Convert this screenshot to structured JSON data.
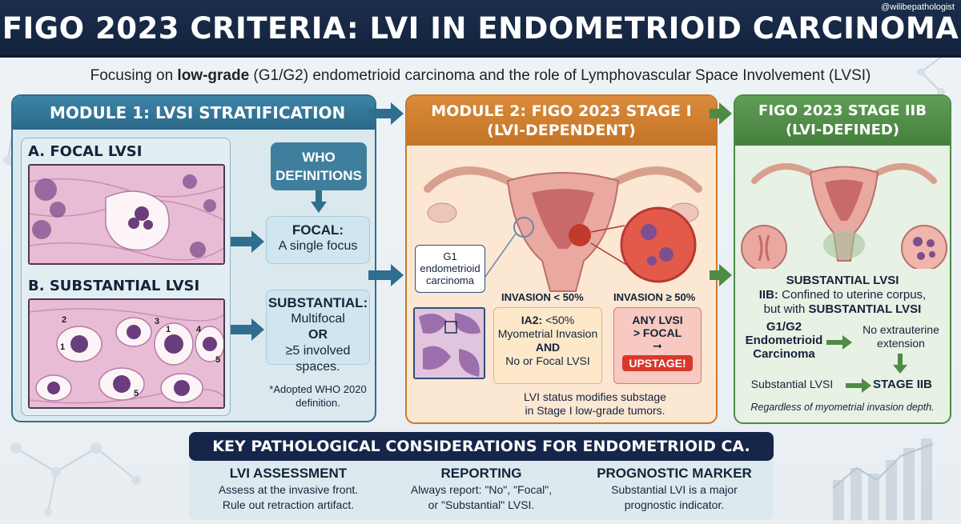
{
  "handle": "@wilibepathologist",
  "title": "FIGO 2023 CRITERIA: LVI IN ENDOMETRIOID CARCINOMA",
  "subtitle": {
    "pre": "Focusing on ",
    "bold": "low-grade",
    "post": " (G1/G2) endometrioid carcinoma and the role of Lymphovascular Space Involvement (LVSI)"
  },
  "module1": {
    "title": "MODULE 1: LVSI STRATIFICATION",
    "focal_label": "A. FOCAL LVSI",
    "substantial_label": "B. SUBSTANTIAL LVSI",
    "who_title_1": "WHO",
    "who_title_2": "DEFINITIONS",
    "focal_head": "FOCAL:",
    "focal_text": "A single focus",
    "subst_head": "SUBSTANTIAL:",
    "subst_line1": "Multifocal",
    "subst_line2": "OR",
    "subst_line3": "≥5 involved spaces.",
    "note_line1": "*Adopted WHO 2020",
    "note_line2": "definition.",
    "vessel_numbers": [
      "1",
      "2",
      "3",
      "1",
      "4",
      "5",
      "5"
    ]
  },
  "module2": {
    "title_1": "MODULE 2: FIGO 2023 STAGE I",
    "title_2": "(LVI-DEPENDENT)",
    "g1_line1": "G1",
    "g1_line2": "endometrioid",
    "g1_line3": "carcinoma",
    "inv_lt": "INVASION < 50%",
    "inv_ge": "INVASION ≥ 50%",
    "ia2_head": "IA2:",
    "ia2_line1": "<50%",
    "ia2_line2": "Myometrial Invasion",
    "ia2_and": "AND",
    "ia2_line3": "No or Focal LVSI",
    "any_1": "ANY LVSI",
    "any_2": "> FOCAL",
    "any_arrow": "➞",
    "upstage": "UPSTAGE!",
    "foot_1": "LVI status modifies substage",
    "foot_2": "in Stage I low-grade tumors."
  },
  "module3": {
    "title_1": "FIGO 2023 STAGE IIB",
    "title_2": "(LVI-DEFINED)",
    "subst_head": "SUBSTANTIAL LVSI",
    "iib_bold": "IIB:",
    "iib_text1": " Confined to uterine corpus,",
    "iib_text2": "but with ",
    "iib_bold2": "SUBSTANTIAL LVSI",
    "g12_1": "G1/G2",
    "g12_2": "Endometrioid",
    "g12_3": "Carcinoma",
    "noext_1": "No extrauterine",
    "noext_2": "extension",
    "subst_lvsi": "Substantial LVSI",
    "stage": "STAGE IIB",
    "regardless": "Regardless of myometrial invasion depth."
  },
  "key": {
    "title": "KEY PATHOLOGICAL CONSIDERATIONS FOR ENDOMETRIOID CA.",
    "cols": [
      {
        "head": "LVI ASSESSMENT",
        "line1": "Assess at the invasive front.",
        "line2": "Rule out retraction artifact."
      },
      {
        "head": "REPORTING",
        "line1": "Always report: \"No\", \"Focal\",",
        "line2": "or \"Substantial\" LVSI."
      },
      {
        "head": "PROGNOSTIC MARKER",
        "line1": "Substantial LVI is a major",
        "line2": "prognostic indicator."
      }
    ]
  },
  "colors": {
    "navy": "#16264a",
    "module1": "#3d84a6",
    "module2": "#d98a3a",
    "module3": "#5f9d55",
    "upstage": "#d8382c"
  }
}
